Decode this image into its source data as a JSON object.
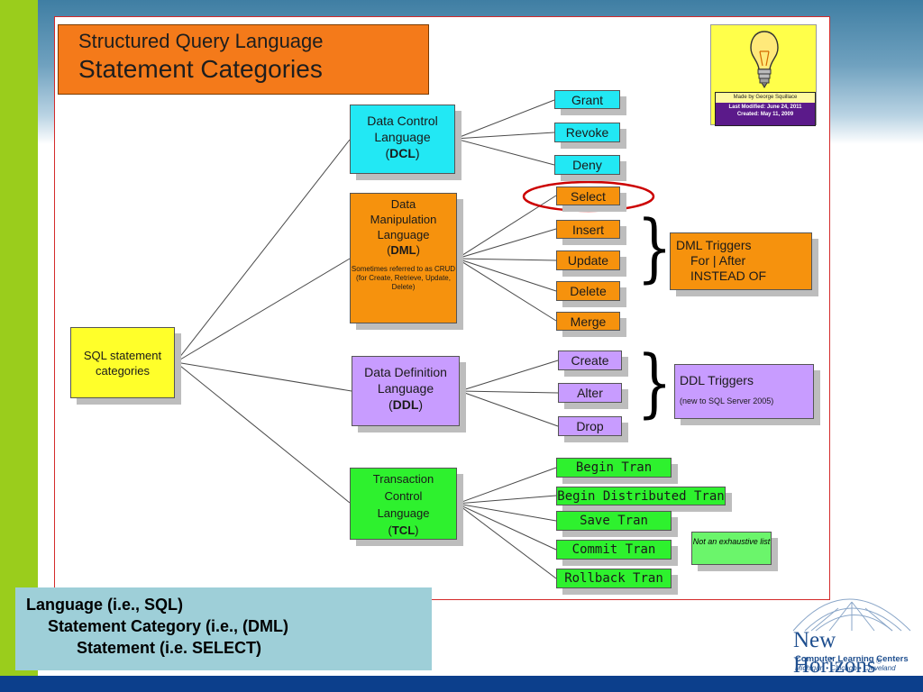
{
  "title": {
    "line1": "Structured Query Language",
    "line2": "Statement Categories"
  },
  "badge": {
    "made_by": "Made by George Squillace",
    "last_modified": "Last Modified: June 24, 2011",
    "created": "Created: May 11, 2009"
  },
  "root": {
    "label": "SQL statement categories"
  },
  "dcl": {
    "line1": "Data Control",
    "line2": "Language",
    "abbr": "DCL",
    "items": [
      "Grant",
      "Revoke",
      "Deny"
    ]
  },
  "dml": {
    "line1": "Data",
    "line2": "Manipulation",
    "line3": "Language",
    "abbr": "DML",
    "note": "Sometimes referred to as CRUD (for Create, Retrieve, Update, Delete)",
    "items": [
      "Select",
      "Insert",
      "Update",
      "Delete",
      "Merge"
    ],
    "triggers": {
      "line1": "DML Triggers",
      "line2": "For | After",
      "line3": "INSTEAD OF"
    }
  },
  "ddl": {
    "line1": "Data Definition",
    "line2": "Language",
    "abbr": "DDL",
    "items": [
      "Create",
      "Alter",
      "Drop"
    ],
    "triggers": {
      "line1": "DDL Triggers",
      "note": "(new to SQL Server 2005)"
    }
  },
  "tcl": {
    "line1": "Transaction",
    "line2": "Control",
    "line3": "Language",
    "abbr": "TCL",
    "items": [
      "Begin Tran",
      "Begin Distributed Tran",
      "Save Tran",
      "Commit Tran",
      "Rollback Tran"
    ],
    "note": "Not an exhaustive list"
  },
  "legend": {
    "line1": "Language (i.e., SQL)",
    "line2": "Statement Category (i.e., (DML)",
    "line3": "Statement (i.e. SELECT)"
  },
  "logo": {
    "name": "New Horizons",
    "reg_mark": "®",
    "line1": "Computer Learning Centers",
    "city1": "Michigan",
    "city2": "Chicago",
    "city3": "Cleveland",
    "separator": "•"
  },
  "colors": {
    "accent_bar": "#9acd1c",
    "dcl": "#22e8f4",
    "dml": "#f6920d",
    "ddl": "#c89cff",
    "tcl": "#2ef12e",
    "root": "#ffff2a",
    "highlight_circle": "#cc0000"
  },
  "icons": [
    "lightbulb-icon",
    "globe-icon"
  ]
}
